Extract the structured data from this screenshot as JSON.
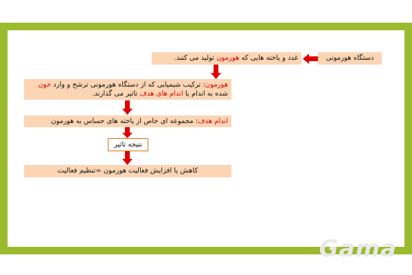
{
  "diagram": {
    "box1": "دستگاه هورمونی",
    "box2": {
      "part1": "غدد و یاخته هایی که ",
      "hl1": "هورمون",
      "part2": " تولید می کنند."
    },
    "box3": {
      "hl1": "هورمون",
      "part1": ": ترکیب شیمیایی که از دستگاه هورمونی ترشح و وارد ",
      "hl2": "خون",
      "part2": " شده به اندام یا ",
      "hl3": "اندام های هدف",
      "part3": " تاثیر می گذارند."
    },
    "box4": {
      "hl1": "اندام هدف",
      "part1": ": مجموعه ای خاص از یاخته های حساس به هورمون"
    },
    "box5": "نتیجه تاثیر",
    "box6": "کاهش یا افزایش فعالیت هورمون =تنظیم فعالیت"
  },
  "watermark": "Gama",
  "colors": {
    "frame": "#9bbb2f",
    "box_fill": "#fcd5b4",
    "highlight": "#e00000",
    "arrow": "#e00000",
    "border": "#e36c0a"
  }
}
